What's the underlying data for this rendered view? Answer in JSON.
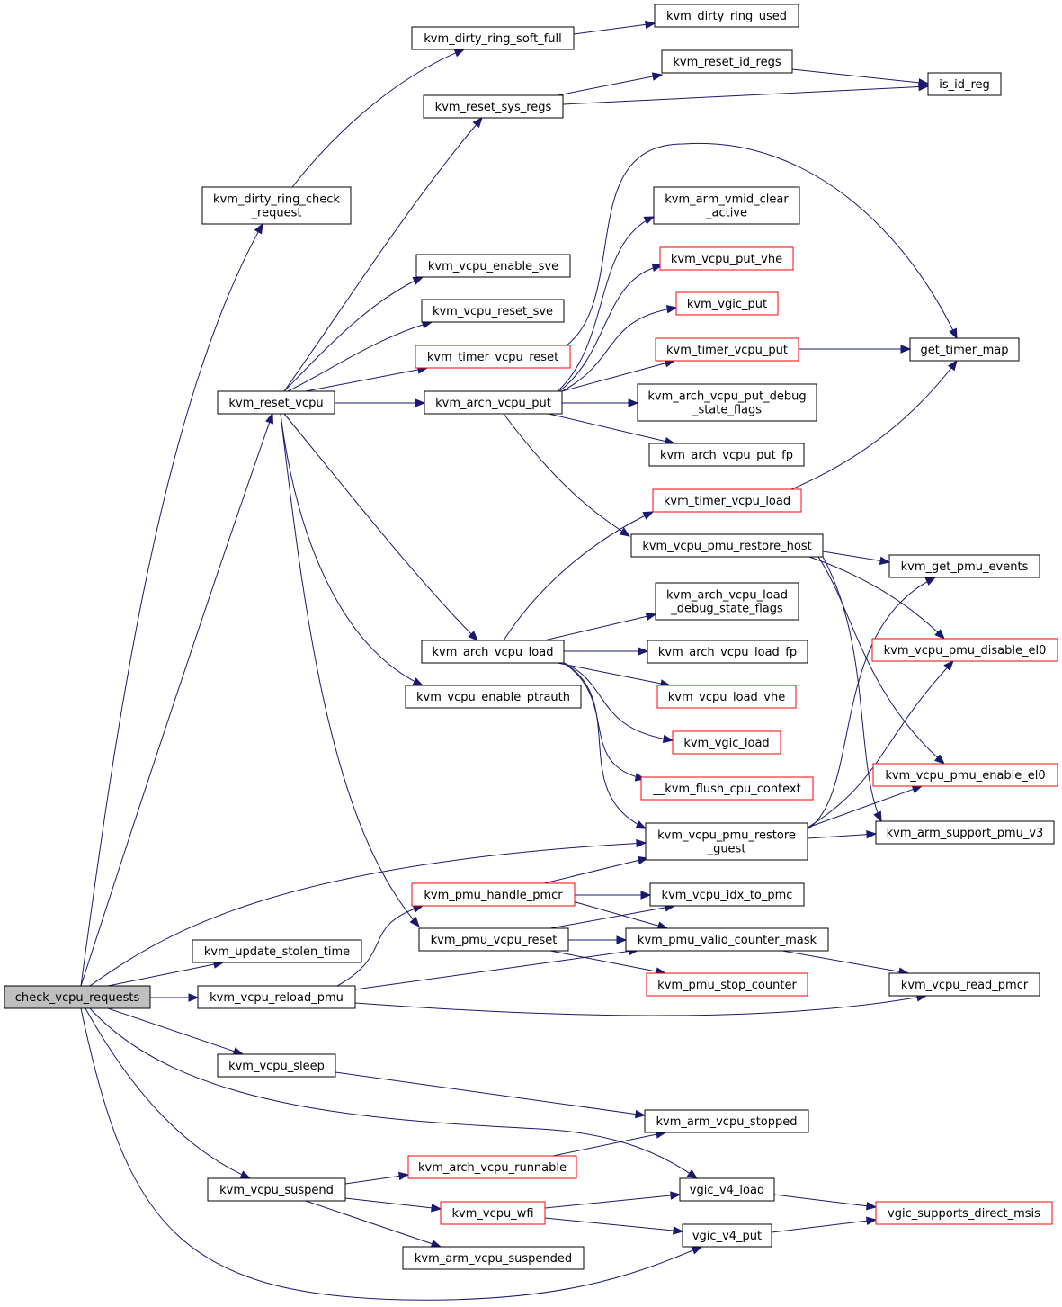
{
  "colors": {
    "edge": "#191970",
    "border_normal": "#000000",
    "border_truncated": "#ff0000",
    "root_fill": "#bfbfbf",
    "node_fill": "#ffffff"
  },
  "nodes": {
    "check_vcpu_requests": {
      "label": [
        "check_vcpu_requests"
      ],
      "root": true
    },
    "kvm_dirty_ring_check_request": {
      "label": [
        "kvm_dirty_ring_check",
        "_request"
      ]
    },
    "kvm_dirty_ring_soft_full": {
      "label": [
        "kvm_dirty_ring_soft_full"
      ]
    },
    "kvm_dirty_ring_used": {
      "label": [
        "kvm_dirty_ring_used"
      ]
    },
    "kvm_reset_sys_regs": {
      "label": [
        "kvm_reset_sys_regs"
      ]
    },
    "kvm_reset_id_regs": {
      "label": [
        "kvm_reset_id_regs"
      ]
    },
    "is_id_reg": {
      "label": [
        "is_id_reg"
      ]
    },
    "kvm_reset_vcpu": {
      "label": [
        "kvm_reset_vcpu"
      ]
    },
    "kvm_vcpu_enable_sve": {
      "label": [
        "kvm_vcpu_enable_sve"
      ]
    },
    "kvm_vcpu_reset_sve": {
      "label": [
        "kvm_vcpu_reset_sve"
      ]
    },
    "kvm_timer_vcpu_reset": {
      "label": [
        "kvm_timer_vcpu_reset"
      ],
      "truncated": true
    },
    "kvm_arch_vcpu_put": {
      "label": [
        "kvm_arch_vcpu_put"
      ]
    },
    "kvm_arm_vmid_clear_active": {
      "label": [
        "kvm_arm_vmid_clear",
        "_active"
      ]
    },
    "kvm_vcpu_put_vhe": {
      "label": [
        "kvm_vcpu_put_vhe"
      ],
      "truncated": true
    },
    "kvm_vgic_put": {
      "label": [
        "kvm_vgic_put"
      ],
      "truncated": true
    },
    "kvm_timer_vcpu_put": {
      "label": [
        "kvm_timer_vcpu_put"
      ],
      "truncated": true
    },
    "get_timer_map": {
      "label": [
        "get_timer_map"
      ]
    },
    "kvm_arch_vcpu_put_debug_state_flags": {
      "label": [
        "kvm_arch_vcpu_put_debug",
        "_state_flags"
      ]
    },
    "kvm_arch_vcpu_put_fp": {
      "label": [
        "kvm_arch_vcpu_put_fp"
      ]
    },
    "kvm_timer_vcpu_load": {
      "label": [
        "kvm_timer_vcpu_load"
      ],
      "truncated": true
    },
    "kvm_vcpu_pmu_restore_host": {
      "label": [
        "kvm_vcpu_pmu_restore_host"
      ]
    },
    "kvm_get_pmu_events": {
      "label": [
        "kvm_get_pmu_events"
      ]
    },
    "kvm_arch_vcpu_load_debug_state_flags": {
      "label": [
        "kvm_arch_vcpu_load",
        "_debug_state_flags"
      ]
    },
    "kvm_vcpu_pmu_disable_el0": {
      "label": [
        "kvm_vcpu_pmu_disable_el0"
      ],
      "truncated": true
    },
    "kvm_arch_vcpu_load": {
      "label": [
        "kvm_arch_vcpu_load"
      ]
    },
    "kvm_arch_vcpu_load_fp": {
      "label": [
        "kvm_arch_vcpu_load_fp"
      ]
    },
    "kvm_vcpu_enable_ptrauth": {
      "label": [
        "kvm_vcpu_enable_ptrauth"
      ]
    },
    "kvm_vcpu_load_vhe": {
      "label": [
        "kvm_vcpu_load_vhe"
      ],
      "truncated": true
    },
    "kvm_vgic_load": {
      "label": [
        "kvm_vgic_load"
      ],
      "truncated": true
    },
    "__kvm_flush_cpu_context": {
      "label": [
        "__kvm_flush_cpu_context"
      ],
      "truncated": true
    },
    "kvm_vcpu_pmu_enable_el0": {
      "label": [
        "kvm_vcpu_pmu_enable_el0"
      ],
      "truncated": true
    },
    "kvm_vcpu_pmu_restore_guest": {
      "label": [
        "kvm_vcpu_pmu_restore",
        "_guest"
      ]
    },
    "kvm_arm_support_pmu_v3": {
      "label": [
        "kvm_arm_support_pmu_v3"
      ]
    },
    "kvm_pmu_handle_pmcr": {
      "label": [
        "kvm_pmu_handle_pmcr"
      ],
      "truncated": true
    },
    "kvm_vcpu_idx_to_pmc": {
      "label": [
        "kvm_vcpu_idx_to_pmc"
      ]
    },
    "kvm_update_stolen_time": {
      "label": [
        "kvm_update_stolen_time"
      ]
    },
    "kvm_pmu_vcpu_reset": {
      "label": [
        "kvm_pmu_vcpu_reset"
      ]
    },
    "kvm_pmu_valid_counter_mask": {
      "label": [
        "kvm_pmu_valid_counter_mask"
      ]
    },
    "kvm_vcpu_reload_pmu": {
      "label": [
        "kvm_vcpu_reload_pmu"
      ]
    },
    "kvm_pmu_stop_counter": {
      "label": [
        "kvm_pmu_stop_counter"
      ],
      "truncated": true
    },
    "kvm_vcpu_read_pmcr": {
      "label": [
        "kvm_vcpu_read_pmcr"
      ]
    },
    "kvm_vcpu_sleep": {
      "label": [
        "kvm_vcpu_sleep"
      ]
    },
    "kvm_arm_vcpu_stopped": {
      "label": [
        "kvm_arm_vcpu_stopped"
      ]
    },
    "kvm_arch_vcpu_runnable": {
      "label": [
        "kvm_arch_vcpu_runnable"
      ],
      "truncated": true
    },
    "kvm_vcpu_suspend": {
      "label": [
        "kvm_vcpu_suspend"
      ]
    },
    "vgic_v4_load": {
      "label": [
        "vgic_v4_load"
      ]
    },
    "vgic_supports_direct_msis": {
      "label": [
        "vgic_supports_direct_msis"
      ],
      "truncated": true
    },
    "kvm_vcpu_wfi": {
      "label": [
        "kvm_vcpu_wfi"
      ],
      "truncated": true
    },
    "vgic_v4_put": {
      "label": [
        "vgic_v4_put"
      ]
    },
    "kvm_arm_vcpu_suspended": {
      "label": [
        "kvm_arm_vcpu_suspended"
      ]
    }
  },
  "edges": [
    [
      "check_vcpu_requests",
      "kvm_dirty_ring_check_request"
    ],
    [
      "kvm_dirty_ring_check_request",
      "kvm_dirty_ring_soft_full"
    ],
    [
      "kvm_dirty_ring_soft_full",
      "kvm_dirty_ring_used"
    ],
    [
      "check_vcpu_requests",
      "kvm_reset_vcpu"
    ],
    [
      "kvm_reset_vcpu",
      "kvm_reset_sys_regs"
    ],
    [
      "kvm_reset_sys_regs",
      "kvm_reset_id_regs"
    ],
    [
      "kvm_reset_sys_regs",
      "is_id_reg"
    ],
    [
      "kvm_reset_id_regs",
      "is_id_reg"
    ],
    [
      "kvm_reset_vcpu",
      "kvm_vcpu_enable_sve"
    ],
    [
      "kvm_reset_vcpu",
      "kvm_vcpu_reset_sve"
    ],
    [
      "kvm_reset_vcpu",
      "kvm_timer_vcpu_reset"
    ],
    [
      "kvm_timer_vcpu_reset",
      "get_timer_map"
    ],
    [
      "kvm_reset_vcpu",
      "kvm_arch_vcpu_put"
    ],
    [
      "kvm_arch_vcpu_put",
      "kvm_arm_vmid_clear_active"
    ],
    [
      "kvm_arch_vcpu_put",
      "kvm_vcpu_put_vhe"
    ],
    [
      "kvm_arch_vcpu_put",
      "kvm_vgic_put"
    ],
    [
      "kvm_arch_vcpu_put",
      "kvm_timer_vcpu_put"
    ],
    [
      "kvm_timer_vcpu_put",
      "get_timer_map"
    ],
    [
      "kvm_arch_vcpu_put",
      "kvm_arch_vcpu_put_debug_state_flags"
    ],
    [
      "kvm_arch_vcpu_put",
      "kvm_arch_vcpu_put_fp"
    ],
    [
      "kvm_arch_vcpu_put",
      "kvm_vcpu_pmu_restore_host"
    ],
    [
      "kvm_timer_vcpu_load",
      "get_timer_map"
    ],
    [
      "kvm_vcpu_pmu_restore_host",
      "kvm_get_pmu_events"
    ],
    [
      "kvm_vcpu_pmu_restore_host",
      "kvm_vcpu_pmu_disable_el0"
    ],
    [
      "kvm_vcpu_pmu_restore_host",
      "kvm_vcpu_pmu_enable_el0"
    ],
    [
      "kvm_vcpu_pmu_restore_host",
      "kvm_arm_support_pmu_v3"
    ],
    [
      "kvm_reset_vcpu",
      "kvm_arch_vcpu_load"
    ],
    [
      "kvm_arch_vcpu_load",
      "kvm_timer_vcpu_load"
    ],
    [
      "kvm_arch_vcpu_load",
      "kvm_arch_vcpu_load_debug_state_flags"
    ],
    [
      "kvm_arch_vcpu_load",
      "kvm_arch_vcpu_load_fp"
    ],
    [
      "kvm_arch_vcpu_load",
      "kvm_vcpu_load_vhe"
    ],
    [
      "kvm_arch_vcpu_load",
      "kvm_vgic_load"
    ],
    [
      "kvm_arch_vcpu_load",
      "__kvm_flush_cpu_context"
    ],
    [
      "kvm_arch_vcpu_load",
      "kvm_vcpu_pmu_restore_guest"
    ],
    [
      "kvm_reset_vcpu",
      "kvm_vcpu_enable_ptrauth"
    ],
    [
      "kvm_reset_vcpu",
      "kvm_pmu_vcpu_reset"
    ],
    [
      "check_vcpu_requests",
      "kvm_vcpu_pmu_restore_guest"
    ],
    [
      "kvm_vcpu_pmu_restore_guest",
      "kvm_get_pmu_events"
    ],
    [
      "kvm_vcpu_pmu_restore_guest",
      "kvm_vcpu_pmu_disable_el0"
    ],
    [
      "kvm_vcpu_pmu_restore_guest",
      "kvm_vcpu_pmu_enable_el0"
    ],
    [
      "kvm_vcpu_pmu_restore_guest",
      "kvm_arm_support_pmu_v3"
    ],
    [
      "check_vcpu_requests",
      "kvm_update_stolen_time"
    ],
    [
      "check_vcpu_requests",
      "kvm_vcpu_reload_pmu"
    ],
    [
      "kvm_vcpu_reload_pmu",
      "kvm_pmu_handle_pmcr"
    ],
    [
      "kvm_pmu_handle_pmcr",
      "kvm_vcpu_pmu_restore_guest"
    ],
    [
      "kvm_pmu_handle_pmcr",
      "kvm_vcpu_idx_to_pmc"
    ],
    [
      "kvm_pmu_handle_pmcr",
      "kvm_pmu_valid_counter_mask"
    ],
    [
      "kvm_pmu_vcpu_reset",
      "kvm_vcpu_idx_to_pmc"
    ],
    [
      "kvm_pmu_vcpu_reset",
      "kvm_pmu_valid_counter_mask"
    ],
    [
      "kvm_pmu_vcpu_reset",
      "kvm_pmu_stop_counter"
    ],
    [
      "kvm_vcpu_reload_pmu",
      "kvm_pmu_valid_counter_mask"
    ],
    [
      "kvm_pmu_valid_counter_mask",
      "kvm_vcpu_read_pmcr"
    ],
    [
      "kvm_vcpu_reload_pmu",
      "kvm_vcpu_read_pmcr"
    ],
    [
      "check_vcpu_requests",
      "kvm_vcpu_sleep"
    ],
    [
      "kvm_vcpu_sleep",
      "kvm_arm_vcpu_stopped"
    ],
    [
      "check_vcpu_requests",
      "vgic_v4_load"
    ],
    [
      "check_vcpu_requests",
      "kvm_vcpu_suspend"
    ],
    [
      "kvm_vcpu_suspend",
      "kvm_arch_vcpu_runnable"
    ],
    [
      "kvm_arch_vcpu_runnable",
      "kvm_arm_vcpu_stopped"
    ],
    [
      "kvm_vcpu_suspend",
      "kvm_vcpu_wfi"
    ],
    [
      "kvm_vcpu_wfi",
      "vgic_v4_load"
    ],
    [
      "kvm_vcpu_wfi",
      "vgic_v4_put"
    ],
    [
      "kvm_vcpu_suspend",
      "kvm_arm_vcpu_suspended"
    ],
    [
      "vgic_v4_load",
      "vgic_supports_direct_msis"
    ],
    [
      "vgic_v4_put",
      "vgic_supports_direct_msis"
    ],
    [
      "check_vcpu_requests",
      "vgic_v4_put"
    ]
  ]
}
